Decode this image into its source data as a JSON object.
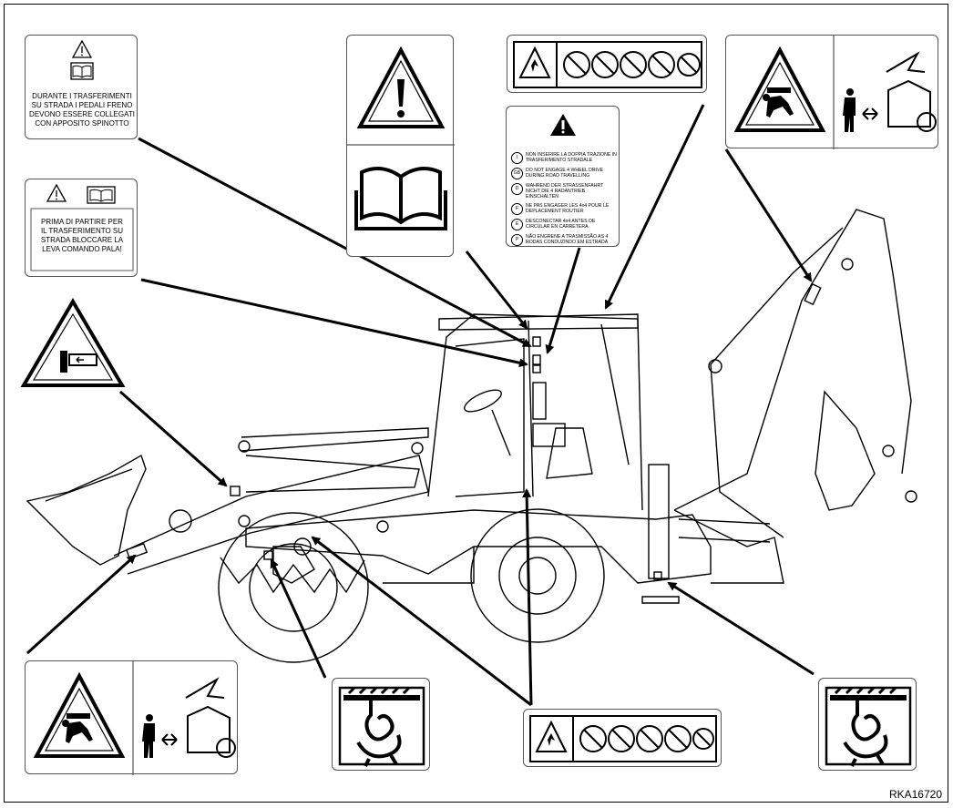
{
  "doc_number": "RKA16720",
  "labels": {
    "brake_pedals": {
      "text": "DURANTE I TRASFERIMENTI SU STRADA I PEDALI FRENO DEVONO ESSERE COLLEGATI CON APPOSITO SPINOTTO"
    },
    "loader_lever": {
      "text": "PRIMA DI PARTIRE PER IL TRASFERIMENTO SU STRADA BLOCCARE LA LEVA COMANDO PALA!"
    },
    "four_wheel_drive": {
      "lines": [
        {
          "code": "I",
          "text": "NON INSERIRE LA DOPPIA TRAZIONE IN TRASFERIMENTO STRADALE"
        },
        {
          "code": "GB",
          "text": "DO NOT ENGAGE 4 WHEEL DRIVE DURING ROAD TRAVELLING"
        },
        {
          "code": "D",
          "text": "WAHREND DER STRASSENFAHRT NICHT DIE 4 RADANTRIEB EINSCHALTEN"
        },
        {
          "code": "F",
          "text": "NE PAS ENGAGER LES 4x4 POUR LE DEPLACEMENT ROUTIER"
        },
        {
          "code": "E",
          "text": "DESCONECTAR 4x4 ANTES DE CIRCULAR EN CARRETERA"
        },
        {
          "code": "P",
          "text": "NÃO ENGRENE A TRASMISSÃO AS 4 RODAS CONDUZINDO EM ESTRADA"
        }
      ]
    }
  }
}
